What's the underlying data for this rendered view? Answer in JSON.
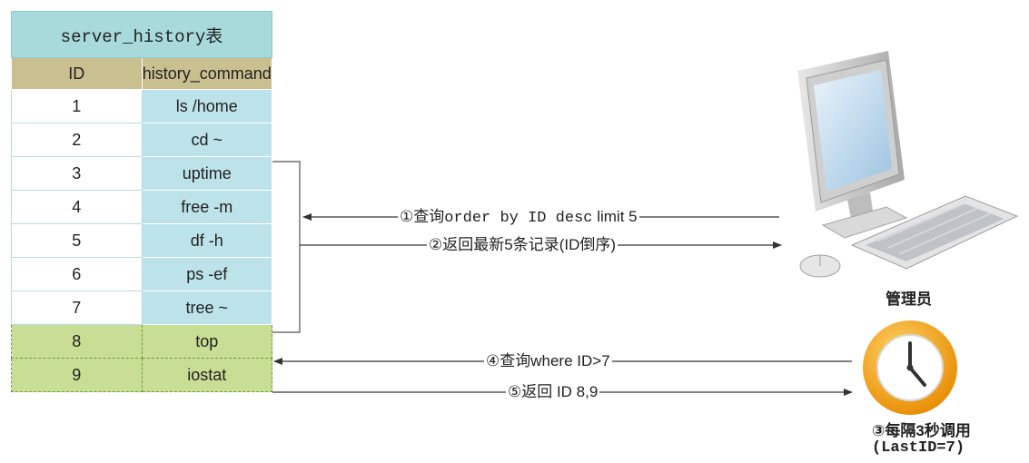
{
  "table": {
    "title": "server_history表",
    "columns": [
      "ID",
      "history_command"
    ],
    "rows": [
      {
        "id": "1",
        "command": "ls /home"
      },
      {
        "id": "2",
        "command": "cd ~"
      },
      {
        "id": "3",
        "command": "uptime"
      },
      {
        "id": "4",
        "command": "free -m"
      },
      {
        "id": "5",
        "command": "df -h"
      },
      {
        "id": "6",
        "command": "ps -ef"
      },
      {
        "id": "7",
        "command": "tree ~"
      },
      {
        "id": "8",
        "command": "top"
      },
      {
        "id": "9",
        "command": "iostat"
      }
    ]
  },
  "arrows": {
    "query_prefix": "①查询",
    "query_sql": "order by ID desc",
    "query_suffix": " limit 5",
    "return_latest": "②返回最新5条记录(ID倒序)",
    "query_where": "④查询where ID>7",
    "return_ids": "⑤返回 ID 8,9"
  },
  "admin_label": "管理员",
  "timer_label": "③每隔3秒调用",
  "timer_sub": "(LastID=7)",
  "colors": {
    "title_bg": "#a8dadb",
    "header_bg": "#c9bf8f",
    "cmd_bg": "#bde3ea",
    "new_row_bg": "#c8de94",
    "clock_orange": "#f2a51c"
  }
}
